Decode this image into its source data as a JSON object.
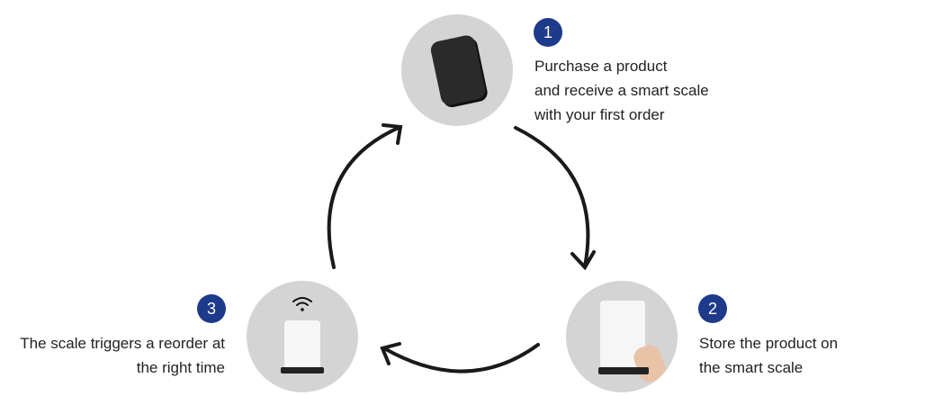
{
  "steps": [
    {
      "number": "1",
      "lines": [
        "Purchase a product",
        "and receive a smart scale",
        "with your first order"
      ]
    },
    {
      "number": "2",
      "lines": [
        "Store the product on",
        "the smart scale"
      ]
    },
    {
      "number": "3",
      "lines": [
        "The scale triggers a reorder at",
        "the right time"
      ]
    }
  ],
  "colors": {
    "badge": "#1e3a8a",
    "circle": "#d4d4d4",
    "arrow": "#1a1a1a"
  }
}
